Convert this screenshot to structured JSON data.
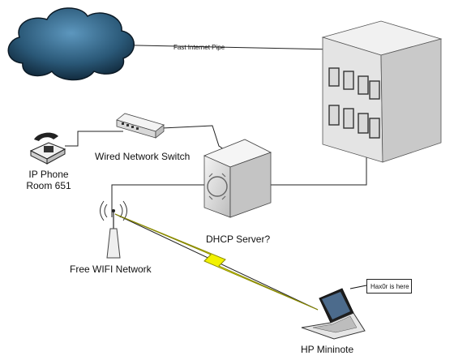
{
  "labels": {
    "pipe": "Fast Internet Pipe",
    "switch": "Wired Network Switch",
    "phone_line1": "IP Phone",
    "phone_line2": "Room 651",
    "dhcp": "DHCP Server?",
    "wifi": "Free WIFI Network",
    "laptop": "HP Mininote",
    "callout": "Hax0r is here"
  },
  "colors": {
    "cloud_dark": "#0d2233",
    "cloud_light": "#5d97be",
    "building_face": "#e4e4e4",
    "building_side": "#c9c9c9",
    "lightning": "#f2f200"
  },
  "icons": [
    "cloud-icon",
    "building-icon",
    "switch-icon",
    "phone-icon",
    "server-icon",
    "antenna-icon",
    "laptop-icon",
    "lightning-icon"
  ]
}
